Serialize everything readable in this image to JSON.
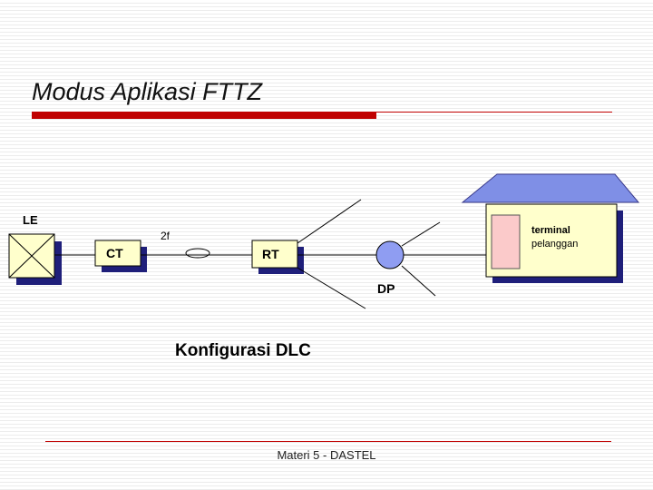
{
  "slide": {
    "title": "Modus Aplikasi FTTZ",
    "footer": "Materi 5 - DASTEL"
  },
  "diagram": {
    "le_label": "LE",
    "link_label": "2f",
    "ct_label": "CT",
    "rt_label": "RT",
    "dp_label": "DP",
    "terminal_label_line1": "terminal",
    "terminal_label_line2": "pelanggan",
    "caption": "Konfigurasi DLC"
  },
  "colors": {
    "box_fill": "#ffffcc",
    "shadow": "#1f1f7a",
    "dp_fill": "#8f9df2",
    "roof": "#7f8fe6",
    "terminal_fill": "#fbcaca",
    "accent_red": "#c00000"
  }
}
